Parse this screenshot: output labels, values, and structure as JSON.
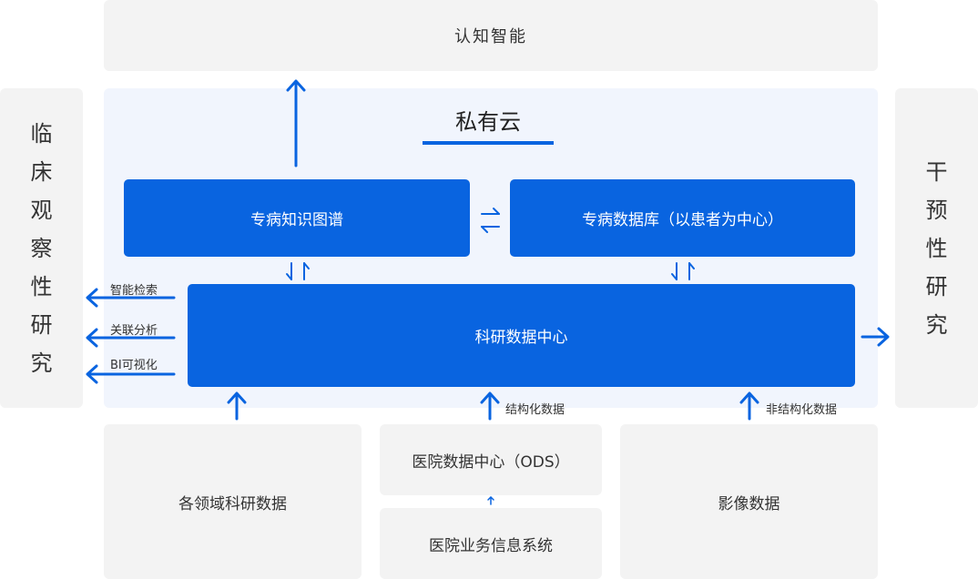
{
  "top_box": "认知智能",
  "private_cloud": {
    "title": "私有云"
  },
  "left_side": [
    "临",
    "床",
    "观",
    "察",
    "性",
    "研",
    "究"
  ],
  "right_side": [
    "干",
    "预",
    "性",
    "研",
    "究"
  ],
  "knowledge_graph": "专病知识图谱",
  "disease_db": "专病数据库（以患者为中心）",
  "research_center": "科研数据中心",
  "outputs": [
    "智能检索",
    "关联分析",
    "BI可视化"
  ],
  "input_labels": {
    "structured": "结构化数据",
    "unstructured": "非结构化数据"
  },
  "sources": {
    "domain_data": "各领域科研数据",
    "ods": "医院数据中心（ODS）",
    "his": "医院业务信息系统",
    "imaging": "影像数据"
  },
  "colors": {
    "primary": "#0964e0",
    "panel": "#f3f3f3",
    "cloud": "#f1f5fd"
  }
}
